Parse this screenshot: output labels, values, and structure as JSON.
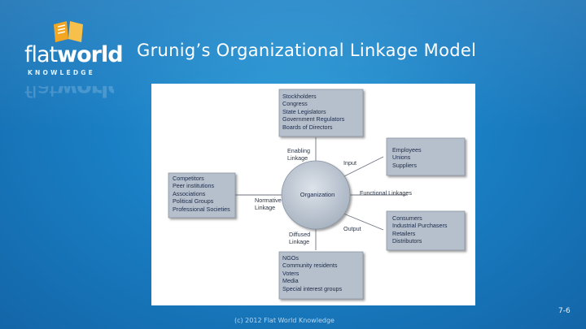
{
  "logo": {
    "word_light": "flat",
    "word_bold": "world",
    "subtitle": "KNOWLEDGE",
    "icon": "open-book-icon",
    "brand_color": "#f2a623"
  },
  "slide": {
    "title": "Grunig’s Organizational Linkage Model",
    "footer": "(c) 2012 Flat World Knowledge",
    "page_number": "7-6"
  },
  "diagram": {
    "center": "Organization",
    "boxes": {
      "top": [
        "Stockholders",
        "Congress",
        "State Legislators",
        "Government Regulators",
        "Boards of Directors"
      ],
      "left": [
        "Competitors",
        "Peer institutions",
        "Associations",
        "Political Groups",
        "Professional Societies"
      ],
      "right_top": [
        "Employees",
        "Unions",
        "Suppliers"
      ],
      "right_bottom": [
        "Consumers",
        "Industrial Purchasers",
        "Retailers",
        "Distributors"
      ],
      "bottom": [
        "NGOs",
        "Community residents",
        "Voters",
        "Media",
        "Special interest groups"
      ]
    },
    "labels": {
      "enabling_1": "Enabling",
      "enabling_2": "Linkage",
      "input": "Input",
      "normative_1": "Normative",
      "normative_2": "Linkage",
      "functional": "Functional Linkages",
      "output": "Output",
      "diffused_1": "Diffused",
      "diffused_2": "Linkage"
    }
  }
}
